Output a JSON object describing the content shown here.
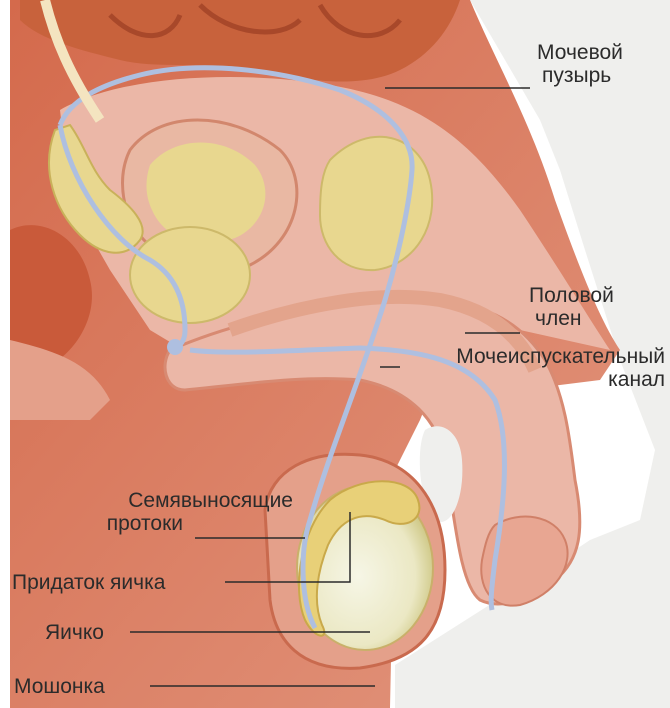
{
  "labels": {
    "bladder": {
      "line1": "Мочевой",
      "line2": "пузырь"
    },
    "penis": {
      "line1": "Половой",
      "line2": "член"
    },
    "urethra": {
      "line1": "Мочеиспускательный",
      "line2": "канал"
    },
    "vas_deferens": {
      "line1": "Семявыносящие",
      "line2": "протоки"
    },
    "epididymis": "Придаток яичка",
    "testis": "Яичко",
    "scrotum": "Мошонка"
  },
  "colors": {
    "background": "#ffffff",
    "panel": "#efefed",
    "tissue": "#d9806a",
    "tissue_dark": "#c95a3a",
    "pink": "#ebb7a7",
    "yellow": "#e8d78f",
    "duct": "#aebfe0",
    "label_text": "#2b2b2b"
  }
}
